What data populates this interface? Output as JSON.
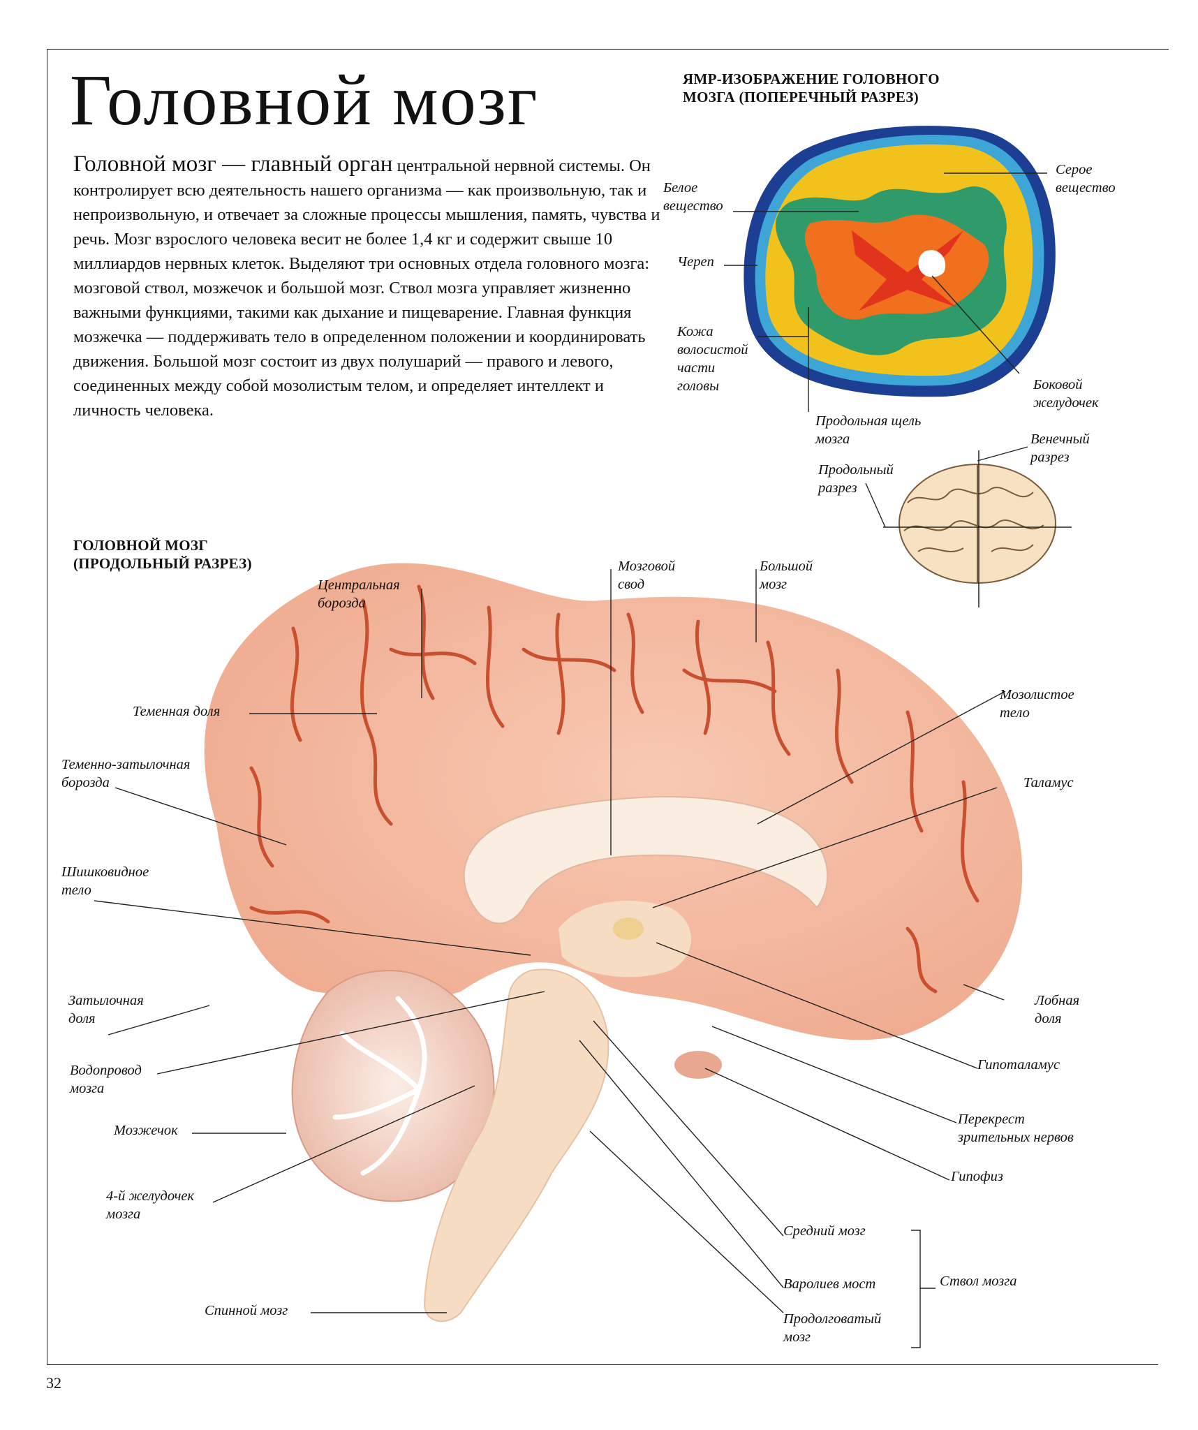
{
  "page": {
    "title": "Головной мозг",
    "page_number": "32"
  },
  "intro": {
    "lead": "Головной мозг — главный орган",
    "text": " центральной нервной системы. Он контролирует всю деятельность нашего организма — как произвольную, так и непроизвольную, и отвечает за сложные процессы мышления, память, чувства и речь. Мозг взрослого человека весит не более 1,4 кг и содержит свыше 10 миллиардов нервных клеток. Выделяют три основных отдела головного мозга: мозговой ствол, мозжечок и большой мозг. Ствол мозга управляет жизненно важными функциями, такими как дыхание и пищеварение. Главная функция мозжечка — поддерживать тело в определенном положении и координировать движения. Большой мозг состоит из двух полушарий — правого и левого, соединенных между собой мозолистым телом, и определяет интеллект и личность человека."
  },
  "mri": {
    "title": [
      "ЯМР-ИЗОБРАЖЕНИЕ ГОЛОВНОГО",
      "МОЗГА (ПОПЕРЕЧНЫЙ РАЗРЕЗ)"
    ],
    "labels": {
      "white_matter": [
        "Белое",
        "вещество"
      ],
      "skull": [
        "Череп"
      ],
      "scalp": [
        "Кожа",
        "волосистой",
        "части",
        "головы"
      ],
      "gray_matter": [
        "Серое",
        "вещество"
      ],
      "lateral_ventricle": [
        "Боковой",
        "желудочек"
      ],
      "longitudinal_fissure": [
        "Продольная щель",
        "мозга"
      ]
    }
  },
  "top_view": {
    "labels": {
      "coronal_section": [
        "Венечный",
        "разрез"
      ],
      "sagittal_section": [
        "Продольный",
        "разрез"
      ]
    }
  },
  "sagittal": {
    "title": [
      "ГОЛОВНОЙ МОЗГ",
      "(ПРОДОЛЬНЫЙ РАЗРЕЗ)"
    ],
    "labels": {
      "central_sulcus": [
        "Центральная",
        "борозда"
      ],
      "fornix": [
        "Мозговой",
        "свод"
      ],
      "cerebrum": [
        "Большой",
        "мозг"
      ],
      "parietal_lobe": [
        "Теменная доля"
      ],
      "corpus_callosum": [
        "Мозолистое",
        "тело"
      ],
      "parieto_occipital_sulcus": [
        "Теменно-затылочная",
        "борозда"
      ],
      "thalamus": [
        "Таламус"
      ],
      "pineal_body": [
        "Шишковидное",
        "тело"
      ],
      "occipital_lobe": [
        "Затылочная",
        "доля"
      ],
      "frontal_lobe": [
        "Лобная",
        "доля"
      ],
      "cerebral_aqueduct": [
        "Водопровод",
        "мозга"
      ],
      "hypothalamus": [
        "Гипоталамус"
      ],
      "cerebellum": [
        "Мозжечок"
      ],
      "optic_chiasm": [
        "Перекрест",
        "зрительных нервов"
      ],
      "fourth_ventricle": [
        "4-й желудочек",
        "мозга"
      ],
      "pituitary": [
        "Гипофиз"
      ],
      "midbrain": [
        "Средний мозг"
      ],
      "pons": [
        "Варолиев мост"
      ],
      "medulla": [
        "Продолговатый",
        "мозг"
      ],
      "spinal_cord": [
        "Спинной мозг"
      ],
      "brainstem": [
        "Ствол мозга"
      ]
    }
  },
  "colors": {
    "cortex": "#f4b9a0",
    "sulcus": "#c8502e",
    "white_matter": "#faeee2",
    "cerebellum_dark": "#d99a88",
    "brainstem": "#f7dcc4",
    "mri_outer": "#1c3f93",
    "mri_green": "#2f9a6a",
    "mri_yellow": "#f2c21c",
    "mri_orange": "#f0701e",
    "mri_red": "#e2341c"
  }
}
